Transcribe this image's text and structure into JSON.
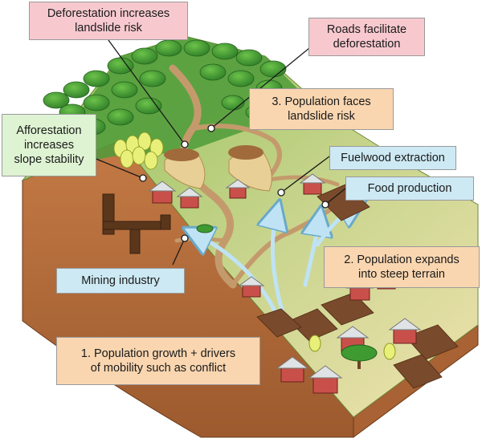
{
  "callouts": {
    "deforestation": "Deforestation increases\nlandslide risk",
    "roads": "Roads facilitate\ndeforestation",
    "landslide": "3. Population faces\nlandslide risk",
    "afforestation": "Afforestation\nincreases\nslope stability",
    "fuelwood": "Fuelwood extraction",
    "food": "Food production",
    "mining": "Mining industry",
    "expands": "2. Population expands\ninto steep terrain",
    "growth": "1. Population growth + drivers\nof mobility such as conflict"
  },
  "colors": {
    "forest_canopy": "#3f9a32",
    "slope_grass": "#b7cf78",
    "valley_sand": "#eadca2",
    "soil_cross_section": "#b8703f",
    "road": "#c49a6c",
    "landslide_scar": "#e8cf95",
    "migration_arrow": "#bfe3f5",
    "roof": "#dfe3e6",
    "house_wall": "#c9504a",
    "field": "#7a4a2c"
  }
}
